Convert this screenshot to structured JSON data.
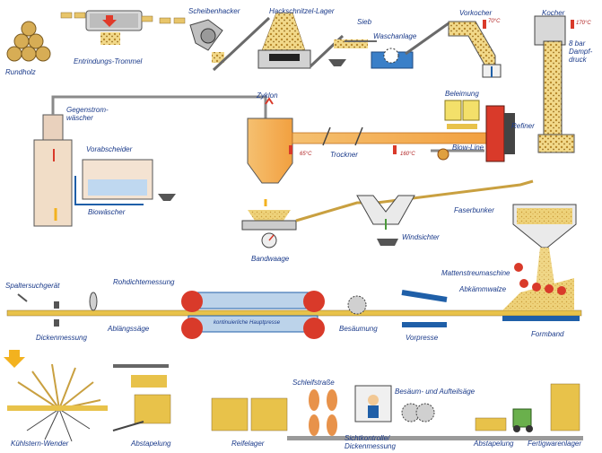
{
  "labels": {
    "rundholz": "Rundholz",
    "entrindung": "Entrindungs-Trommel",
    "scheibenhacker": "Scheibenhacker",
    "hackschnitzel": "Hackschnitzel-Lager",
    "sieb": "Sieb",
    "waschanlage": "Waschanlage",
    "vorkocher": "Vorkocher",
    "kocher": "Kocher",
    "dampfdruck": "8 bar\nDampf-\ndruck",
    "gegenstrom": "Gegenstrom-\nwäscher",
    "zyklon": "Zyklon",
    "beleimung": "Beleimung",
    "refiner": "Refiner",
    "vorabscheider": "Vorabscheider",
    "trockner": "Trockner",
    "blowline": "Blow-Line",
    "biowascher": "Biowäscher",
    "faserbunker": "Faserbunker",
    "windsichter": "Windsichter",
    "bandwaage": "Bandwaage",
    "mattenstreu": "Mattenstreumaschine",
    "abkamm": "Abkämmwalze",
    "spaltersucher": "Spaltersuchgerät",
    "rohdichte": "Rohdichtemessung",
    "dickenmessung": "Dickenmessung",
    "ablangssage": "Ablängssäge",
    "hauptpresse": "kontinuierliche Hauptpresse",
    "besaumung": "Besäumung",
    "vorpresse": "Vorpresse",
    "formband": "Formband",
    "kuhlstern": "Kühlstern-Wender",
    "abstapelung1": "Abstapelung",
    "reifelager": "Reifelager",
    "schleifstrasse": "Schleifstraße",
    "besaum_aufteil": "Besäum- und Aufteilsäge",
    "sichtkontrolle": "Sichtkontrolle/\nDickenmessung",
    "abstapelung2": "Abstapelung",
    "fertigwaren": "Fertigwarenlager",
    "t_vorkocher": "70°C",
    "t_kocher": "170°C",
    "t_zyklon": "65°C",
    "t_trockner": "160°C"
  },
  "colors": {
    "fiber": "#e8c45a",
    "wood": "#d4a84a",
    "pipe": "#8a8a8a",
    "blue": "#1f5fa8",
    "red": "#d93a2a",
    "label": "#1a3a8a",
    "arrow": "#f3b21f"
  }
}
